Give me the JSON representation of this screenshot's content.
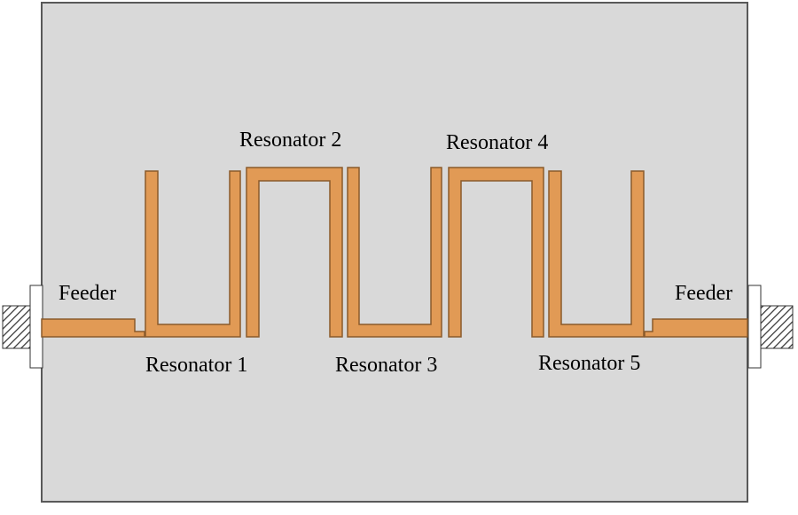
{
  "labels": {
    "feeder_left": "Feeder",
    "feeder_right": "Feeder",
    "resonator_1": "Resonator 1",
    "resonator_2": "Resonator 2",
    "resonator_3": "Resonator 3",
    "resonator_4": "Resonator 4",
    "resonator_5": "Resonator 5"
  },
  "colors": {
    "substrate": "#d9d9d9",
    "substrate_border": "#595959",
    "copper": "#e19a55",
    "copper_border": "#8a5a2b",
    "connector_fill": "#ffffff",
    "connector_hatch": "#333333"
  }
}
